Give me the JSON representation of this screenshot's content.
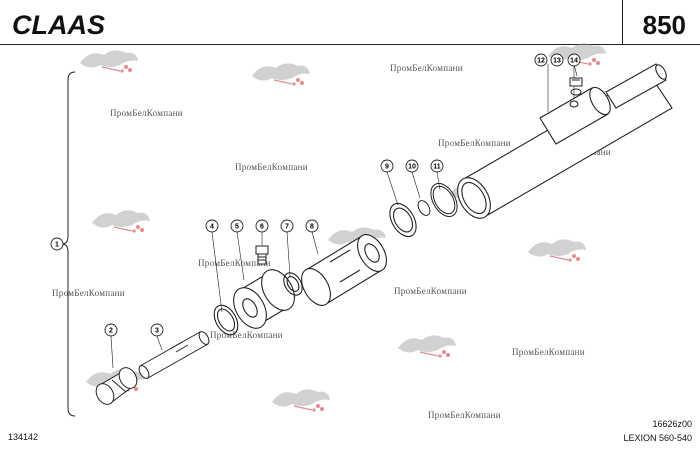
{
  "header": {
    "brand_logo_text": "CLAAS",
    "page_number": "850"
  },
  "footer": {
    "left_code": "134142",
    "right_code": "16626z00",
    "model": "LEXION 560-540"
  },
  "callouts": [
    "1",
    "2",
    "3",
    "4",
    "5",
    "6",
    "7",
    "8",
    "9",
    "10",
    "11",
    "12",
    "13",
    "14"
  ],
  "watermark": {
    "text": "ПромБелКомпани",
    "logo": "watermark-logo"
  },
  "colors": {
    "line": "#222222",
    "watermark_red": "#d04040"
  }
}
